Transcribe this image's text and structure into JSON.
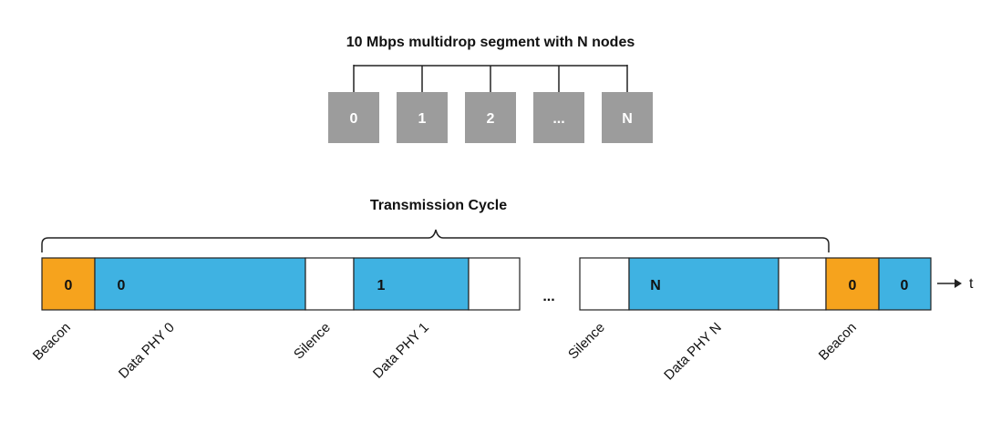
{
  "network_title": "10 Mbps multidrop segment with N nodes",
  "nodes": [
    "0",
    "1",
    "2",
    "...",
    "N"
  ],
  "cycle_label": "Transmission Cycle",
  "colors": {
    "beacon": "#f6a31d",
    "data": "#3fb2e2",
    "silence": "#ffffff",
    "node": "#9c9c9c"
  },
  "timeline_groups": [
    [
      {
        "type": "beacon",
        "label": "0"
      },
      {
        "type": "data",
        "label": "0"
      },
      {
        "type": "silence",
        "label": ""
      },
      {
        "type": "data",
        "label": "1"
      },
      {
        "type": "silence",
        "label": ""
      }
    ],
    [
      {
        "type": "silence",
        "label": ""
      },
      {
        "type": "data",
        "label": "N"
      },
      {
        "type": "silence",
        "label": ""
      },
      {
        "type": "beacon",
        "label": "0"
      },
      {
        "type": "data",
        "label": "0"
      }
    ]
  ],
  "ellipsis": "...",
  "time_label": "t",
  "bottom_labels": [
    "Beacon",
    "Data PHY 0",
    "Silence",
    "Data PHY 1",
    "Silence",
    "Data PHY N",
    "Beacon"
  ]
}
